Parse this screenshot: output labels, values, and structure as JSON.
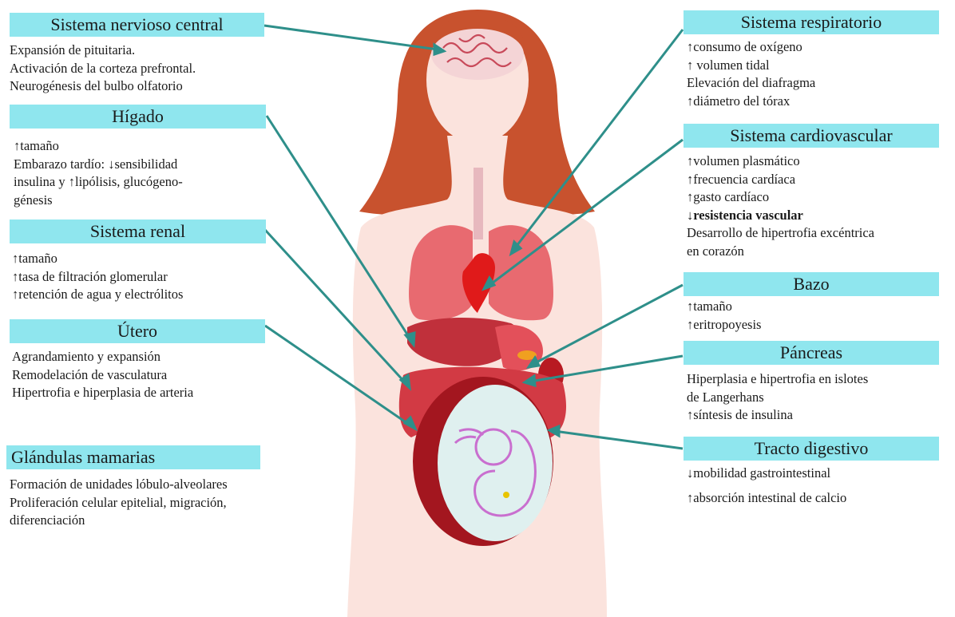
{
  "colors": {
    "header_bg": "#8fe6ee",
    "arrow": "#2e8f8a",
    "hair": "#c8522e",
    "skin": "#fbe3dd",
    "organs": "#e2454d",
    "uterus": "#a3161f",
    "amniotic": "#dff0ef",
    "fetus": "#c96fcf"
  },
  "left_sections": [
    {
      "id": "snc",
      "title": "Sistema nervioso central",
      "target": "brain",
      "lines": [
        {
          "text": "Expansión de pituitaria."
        },
        {
          "text": "Activación de la corteza prefrontal."
        },
        {
          "text": "Neurogénesis del bulbo olfatorio"
        }
      ]
    },
    {
      "id": "higado",
      "title": "Hígado",
      "target": "liver",
      "lines": [
        {
          "text": "↑tamaño"
        },
        {
          "text": "Embarazo tardío: ↓sensibilidad"
        },
        {
          "text": "insulina y ↑lipólisis, glucógeno-"
        },
        {
          "text": "génesis"
        }
      ]
    },
    {
      "id": "renal",
      "title": "Sistema renal",
      "target": "kidney",
      "lines": [
        {
          "text": "↑tamaño"
        },
        {
          "text": "↑tasa de filtración glomerular"
        },
        {
          "text": "↑retención de agua y electrólitos"
        }
      ]
    },
    {
      "id": "utero",
      "title": "Útero",
      "target": "uterus",
      "lines": [
        {
          "text": "Agrandamiento y expansión"
        },
        {
          "text": "Remodelación de vasculatura"
        },
        {
          "text": "Hipertrofia e hiperplasia de arteria"
        }
      ]
    },
    {
      "id": "mamarias",
      "title": "Glándulas mamarias",
      "target": "",
      "lines": [
        {
          "text": "Formación de unidades lóbulo-alveolares"
        },
        {
          "text": "Proliferación celular epitelial, migración,"
        },
        {
          "text": "diferenciación"
        }
      ]
    }
  ],
  "right_sections": [
    {
      "id": "respiratorio",
      "title": "Sistema respiratorio",
      "target": "lungs",
      "lines": [
        {
          "text": "↑consumo de oxígeno"
        },
        {
          "text": "↑ volumen tidal"
        },
        {
          "text": "Elevación del diafragma"
        },
        {
          "text": "↑diámetro del tórax"
        }
      ]
    },
    {
      "id": "cardio",
      "title": "Sistema cardiovascular",
      "target": "heart",
      "lines": [
        {
          "text": "↑volumen plasmático"
        },
        {
          "text": "↑frecuencia cardíaca"
        },
        {
          "text": "↑gasto cardíaco"
        },
        {
          "text": "↓resistencia vascular",
          "bold": true
        },
        {
          "text": "Desarrollo de hipertrofia excéntrica"
        },
        {
          "text": "en corazón"
        }
      ]
    },
    {
      "id": "bazo",
      "title": "Bazo",
      "target": "spleen",
      "lines": [
        {
          "text": "↑tamaño"
        },
        {
          "text": "↑eritropoyesis"
        }
      ]
    },
    {
      "id": "pancreas",
      "title": "Páncreas",
      "target": "pancreas",
      "lines": [
        {
          "text": "Hiperplasia e hipertrofia en islotes"
        },
        {
          "text": "de Langerhans"
        },
        {
          "text": "↑síntesis de insulina"
        }
      ]
    },
    {
      "id": "digestivo",
      "title": "Tracto digestivo",
      "target": "intestine",
      "lines": [
        {
          "text": "↓mobilidad gastrointestinal"
        },
        {
          "text": "↑absorción intestinal de calcio"
        }
      ]
    }
  ]
}
